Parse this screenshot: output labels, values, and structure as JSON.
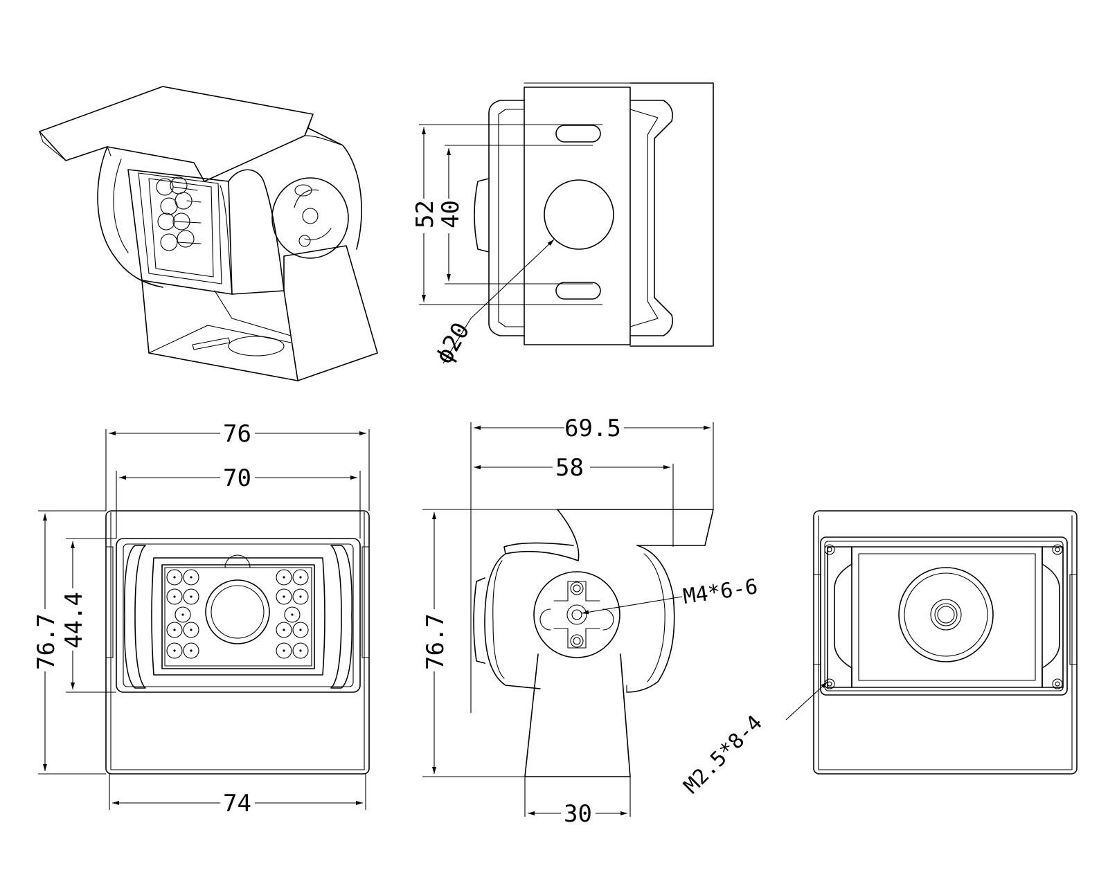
{
  "dimensions": {
    "top_view": {
      "height_outer": "52",
      "height_inner": "40",
      "hole_diameter": "ϕ20"
    },
    "front_view": {
      "width_overall": "76",
      "width_visor": "70",
      "width_bottom": "74",
      "height_overall": "76.7",
      "height_window": "44.4"
    },
    "side_view": {
      "width_overall": "69.5",
      "width_body": "58",
      "height_overall": "76.7",
      "base_width": "30"
    },
    "rear_view": {}
  },
  "callouts": {
    "mount_screw": "M4*6-6",
    "rear_screws": "M2.5*8-4"
  }
}
